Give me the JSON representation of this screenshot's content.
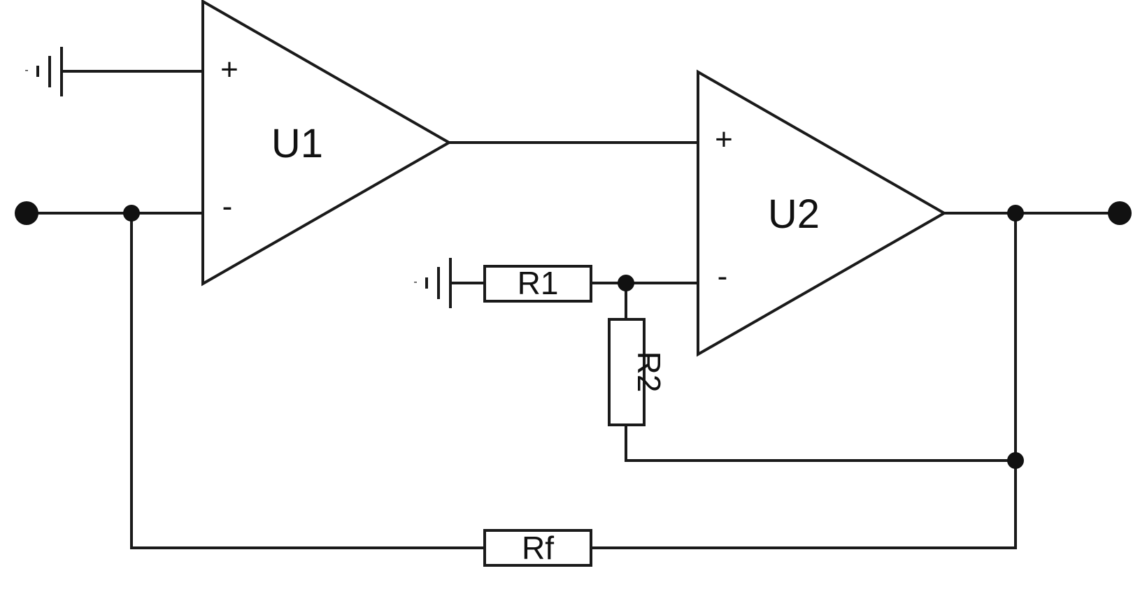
{
  "opamps": {
    "u1": {
      "name": "U1",
      "plus": "+",
      "minus": "-"
    },
    "u2": {
      "name": "U2",
      "plus": "+",
      "minus": "-"
    }
  },
  "resistors": {
    "r1": "R1",
    "r2": "R2",
    "rf": "Rf"
  },
  "batteries": {
    "top": {
      "minus": "-"
    },
    "mid": {
      "minus": "-"
    }
  },
  "colors": {
    "stroke": "#1a1a1a",
    "background": "#ffffff"
  }
}
